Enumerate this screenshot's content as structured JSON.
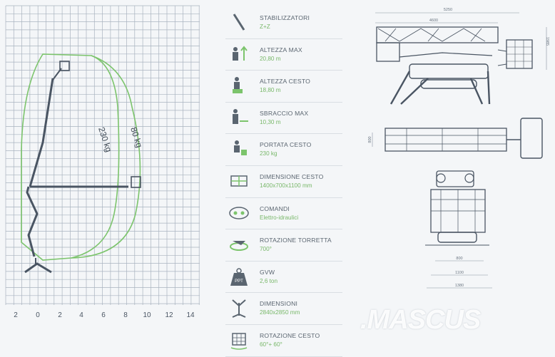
{
  "range_chart": {
    "x_ticks": [
      "2",
      "0",
      "2",
      "4",
      "6",
      "8",
      "10",
      "12",
      "14"
    ],
    "load_labels": [
      {
        "text": "230 kg"
      },
      {
        "text": "80 kg"
      }
    ],
    "envelope_color": "#7cc46c",
    "grid_color": "#a9b3bf"
  },
  "specs": [
    {
      "icon": "outrigger-icon",
      "label": "STABILIZZATORI",
      "value": "Z+Z"
    },
    {
      "icon": "max-height-icon",
      "label": "ALTEZZA MAX",
      "value": "20,80 m"
    },
    {
      "icon": "basket-height-icon",
      "label": "ALTEZZA CESTO",
      "value": "18,80 m"
    },
    {
      "icon": "max-outreach-icon",
      "label": "SBRACCIO MAX",
      "value": "10,30 m"
    },
    {
      "icon": "basket-capacity-icon",
      "label": "PORTATA CESTO",
      "value": "230 kg"
    },
    {
      "icon": "basket-dimension-icon",
      "label": "DIMENSIONE CESTO",
      "value": "1400x700x1100 mm"
    },
    {
      "icon": "controls-icon",
      "label": "COMANDI",
      "value": "Elettro-idraulici"
    },
    {
      "icon": "turret-rotation-icon",
      "label": "ROTAZIONE TORRETTA",
      "value": "700°"
    },
    {
      "icon": "weight-icon",
      "label": "GVW",
      "value": "2,6 ton"
    },
    {
      "icon": "dimensions-icon",
      "label": "DIMENSIONI",
      "value": "2840x2850 mm"
    },
    {
      "icon": "basket-rotation-icon",
      "label": "ROTAZIONE CESTO",
      "value": "60°+ 60°"
    }
  ],
  "weight_icon_text": "PPT",
  "drawings": {
    "side_top_dim": "5250",
    "side_inner_dim": "4600",
    "side_height_dim": "1985",
    "plan_width_dim": "800",
    "front_dims": [
      "800",
      "1100",
      "1380"
    ]
  },
  "watermark": ".MASCUS"
}
